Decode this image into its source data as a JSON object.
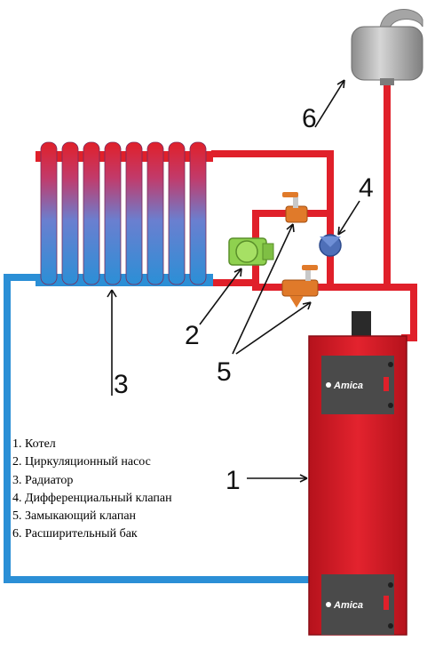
{
  "diagram": {
    "legend": [
      "1. Котел",
      "2. Циркуляционный насос",
      "3. Радиатор",
      "4. Дифференциальный клапан",
      "5. Замыкающий клапан",
      "6. Расширительный бак"
    ],
    "callouts": {
      "boiler": "1",
      "pump": "2",
      "radiator": "3",
      "diff_valve": "4",
      "closing_valve": "5",
      "expansion_tank": "6"
    },
    "boiler_brand": "Amica",
    "colors": {
      "hot_pipe": "#e0202a",
      "cold_pipe": "#2b8fd6",
      "boiler_body": "#e3232e",
      "boiler_panel": "#4a4a4a",
      "pump": "#8fd14f",
      "valve": "#e07a2a",
      "diff_valve": "#4e6fb8",
      "tank": "#b9b9b9"
    }
  }
}
